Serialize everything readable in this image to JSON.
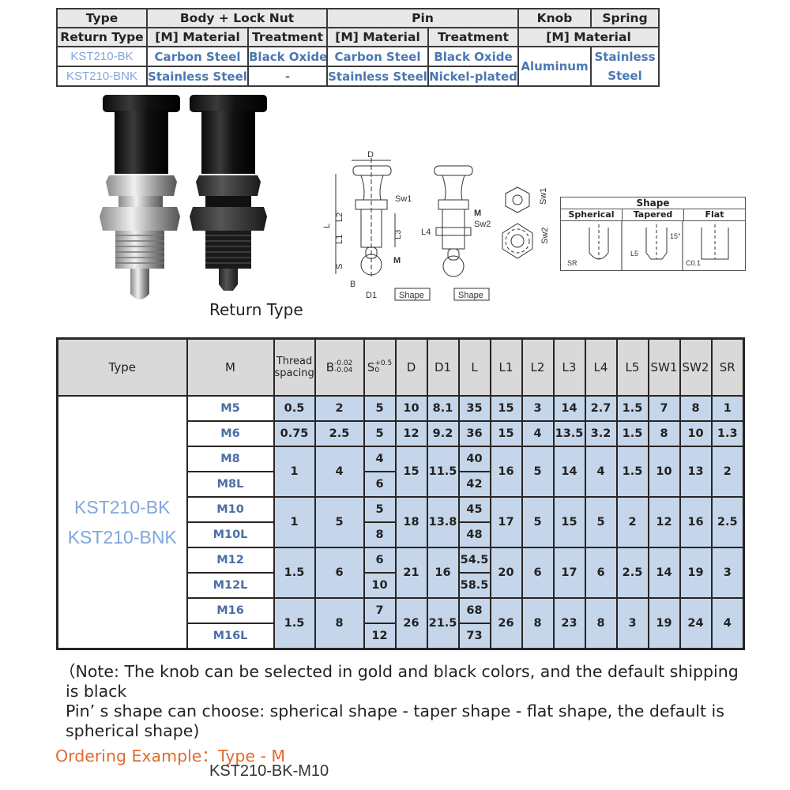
{
  "materials_table": {
    "header_row1": {
      "type": "Type",
      "body_lock_nut": "Body + Lock Nut",
      "pin": "Pin",
      "knob": "Knob",
      "spring": "Spring"
    },
    "header_row2": {
      "return_type": "Return Type",
      "body_material": "[M] Material",
      "body_treatment": "Treatment",
      "pin_material": "[M] Material",
      "pin_treatment": "Treatment",
      "knob_spring_material": "[M] Material"
    },
    "rows": [
      {
        "type": "KST210-BK",
        "body_material": "Carbon Steel",
        "body_treatment": "Black Oxide",
        "pin_material": "Carbon Steel",
        "pin_treatment": "Black Oxide"
      },
      {
        "type": "KST210-BNK",
        "body_material": "Stainless Steel",
        "body_treatment": "-",
        "pin_material": "Stainless Steel",
        "pin_treatment": "Nickel-plated"
      }
    ],
    "knob_material": "Aluminum",
    "spring_material_line1": "Stainless",
    "spring_material_line2": "Steel"
  },
  "photo": {
    "caption": "Return Type"
  },
  "drawing": {
    "labels": {
      "D": "D",
      "L": "L",
      "L1": "L1",
      "L2": "L2",
      "L3": "L3",
      "L4": "L4",
      "S": "S",
      "B": "B",
      "D1": "D1",
      "M": "M",
      "SW1": "Sw1",
      "SW2": "Sw2",
      "shape": "Shape"
    }
  },
  "shape_table": {
    "title": "Shape",
    "columns": [
      "Spherical",
      "Tapered",
      "Flat"
    ],
    "annotations": {
      "spherical": "SR",
      "tapered_len": "L5",
      "tapered_angle": "15°",
      "flat": "C0.1"
    }
  },
  "spec_table": {
    "headers": {
      "type": "Type",
      "m": "M",
      "thread": "Thread spacing",
      "b": "B",
      "b_tol_upper": "-0.02",
      "b_tol_lower": "-0.04",
      "s": "S",
      "s_tol_upper": "+0.5",
      "s_tol_lower": "0",
      "cols": [
        "D",
        "D1",
        "L",
        "L1",
        "L2",
        "L3",
        "L4",
        "L5",
        "SW1",
        "SW2",
        "SR"
      ]
    },
    "type_line1": "KST210-BK",
    "type_line2": "KST210-BNK",
    "rows": [
      {
        "m": "M5",
        "thread": "0.5",
        "b": "2",
        "s": "5",
        "d": "10",
        "d1": "8.1",
        "l": "35",
        "l1": "15",
        "l2": "3",
        "l3": "14",
        "l4": "2.7",
        "l5": "1.5",
        "sw1": "7",
        "sw2": "8",
        "sr": "1"
      },
      {
        "m": "M6",
        "thread": "0.75",
        "b": "2.5",
        "s": "5",
        "d": "12",
        "d1": "9.2",
        "l": "36",
        "l1": "15",
        "l2": "4",
        "l3": "13.5",
        "l4": "3.2",
        "l5": "1.5",
        "sw1": "8",
        "sw2": "10",
        "sr": "1.3"
      },
      {
        "m": "M8",
        "thread": "1",
        "b": "4",
        "s": "4",
        "d": "15",
        "d1": "11.5",
        "l": "40",
        "l1": "16",
        "l2": "5",
        "l3": "14",
        "l4": "4",
        "l5": "1.5",
        "sw1": "10",
        "sw2": "13",
        "sr": "2"
      },
      {
        "m": "M8L",
        "s": "6",
        "l": "42"
      },
      {
        "m": "M10",
        "thread": "1",
        "b": "5",
        "s": "5",
        "d": "18",
        "d1": "13.8",
        "l": "45",
        "l1": "17",
        "l2": "5",
        "l3": "15",
        "l4": "5",
        "l5": "2",
        "sw1": "12",
        "sw2": "16",
        "sr": "2.5"
      },
      {
        "m": "M10L",
        "s": "8",
        "l": "48"
      },
      {
        "m": "M12",
        "thread": "1.5",
        "b": "6",
        "s": "6",
        "d": "21",
        "d1": "16",
        "l": "54.5",
        "l1": "20",
        "l2": "6",
        "l3": "17",
        "l4": "6",
        "l5": "2.5",
        "sw1": "14",
        "sw2": "19",
        "sr": "3"
      },
      {
        "m": "M12L",
        "s": "10",
        "l": "58.5"
      },
      {
        "m": "M16",
        "thread": "1.5",
        "b": "8",
        "s": "7",
        "d": "26",
        "d1": "21.5",
        "l": "68",
        "l1": "26",
        "l2": "8",
        "l3": "23",
        "l4": "8",
        "l5": "3",
        "sw1": "19",
        "sw2": "24",
        "sr": "4"
      },
      {
        "m": "M16L",
        "s": "12",
        "l": "73"
      }
    ]
  },
  "notes": {
    "line1": "（Note: The knob can be selected in gold and black colors, and the default shipping",
    "line2": "is black",
    "line3": "Pin’ s shape can choose: spherical shape - taper shape - flat shape, the default is",
    "line4": "spherical shape)"
  },
  "ordering": {
    "label": "Ordering Example：Type - M",
    "example": "KST210-BK-M10"
  },
  "colors": {
    "header_bg": "#d9d9d9",
    "value_bg": "#c5d6ea",
    "type_text": "#7ea6dd",
    "m_text": "#4a6fa5",
    "material_text": "#4a78b3",
    "ordering_text": "#e36b2c"
  }
}
